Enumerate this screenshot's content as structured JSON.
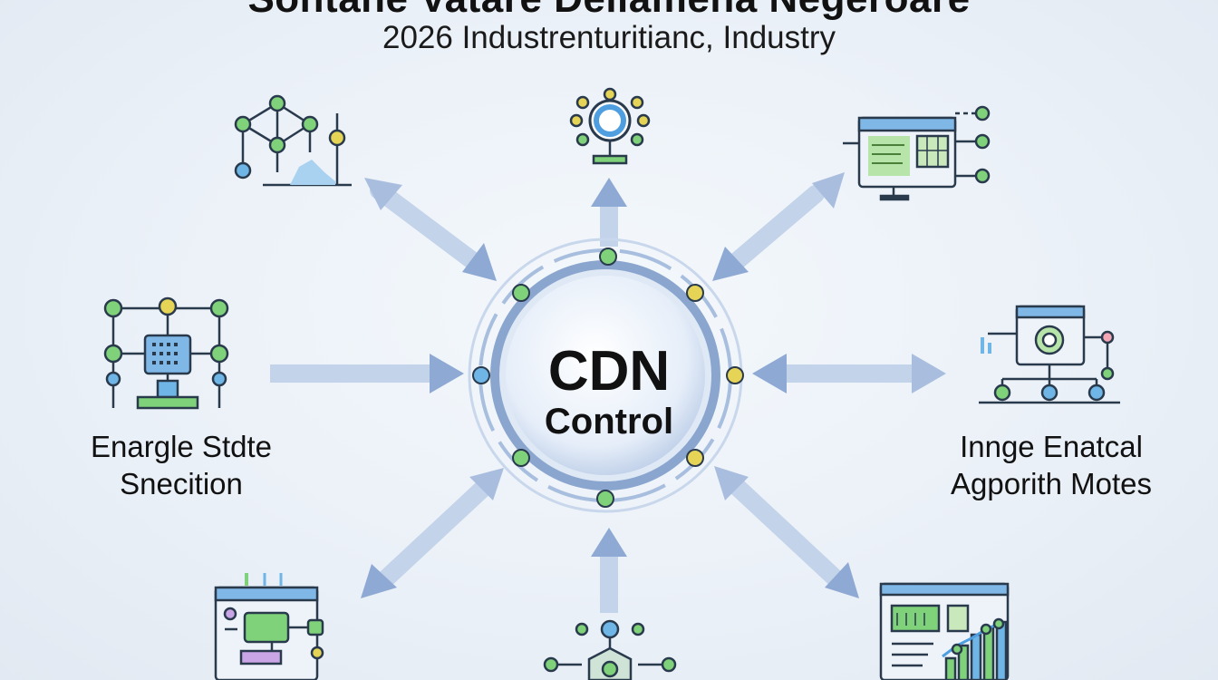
{
  "header": {
    "title": "Sontane Vatare Deliamena Negeroare",
    "subtitle": "2026 Industrenturitianc, Industry"
  },
  "hub": {
    "line1": "CDN",
    "line2": "Control"
  },
  "labels": {
    "left_line1": "Enargle Stdte",
    "left_line2": "Snecition",
    "right_line1": "Innge Enatcal",
    "right_line2": "Agporith Motes"
  },
  "colors": {
    "green": "#7fd17a",
    "blue": "#6fb6e6",
    "yellow": "#e6d456",
    "hub_ring": "#8aa6cf",
    "arrow": "#8ea9d3",
    "outline": "#2a3a4d"
  },
  "icons": [
    "network-chart-icon",
    "gear-node-icon",
    "dashboard-monitor-icon",
    "network-chip-icon",
    "algorithm-window-icon",
    "browser-flow-icon",
    "hexagon-node-icon",
    "analytics-chart-icon"
  ]
}
